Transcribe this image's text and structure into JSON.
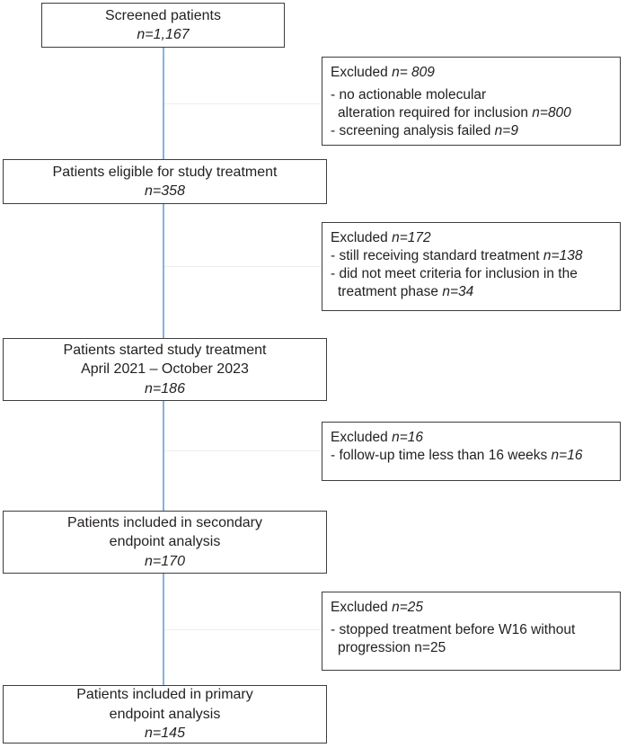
{
  "diagram": {
    "kind": "patient-flow-diagram",
    "colors": {
      "background": "#ffffff",
      "box_border": "#3d3d3d",
      "text": "#231f20",
      "vertical_connector": "#85b2dc",
      "horizontal_connector": "#ededed"
    },
    "main_boxes": [
      {
        "name": "screened-patients",
        "lines": [
          [
            {
              "t": "Screened patients"
            }
          ],
          [
            {
              "t": "n=1,167",
              "i": true
            }
          ]
        ]
      },
      {
        "name": "eligible-for-study-treatment",
        "lines": [
          [
            {
              "t": "Patients eligible for study treatment"
            }
          ],
          [
            {
              "t": "n=358",
              "i": true
            }
          ]
        ]
      },
      {
        "name": "started-study-treatment",
        "lines": [
          [
            {
              "t": "Patients started study treatment"
            }
          ],
          [
            {
              "t": "April 2021 – October 2023"
            }
          ],
          [
            {
              "t": "n=186",
              "i": true
            }
          ]
        ]
      },
      {
        "name": "secondary-endpoint-analysis",
        "lines": [
          [
            {
              "t": "Patients included in secondary"
            }
          ],
          [
            {
              "t": "endpoint analysis"
            }
          ],
          [
            {
              "t": "n=170",
              "i": true
            }
          ]
        ]
      },
      {
        "name": "primary-endpoint-analysis",
        "lines": [
          [
            {
              "t": "Patients included in primary"
            }
          ],
          [
            {
              "t": "endpoint analysis"
            }
          ],
          [
            {
              "t": "n=145",
              "i": true
            }
          ]
        ]
      }
    ],
    "excluded_boxes": [
      {
        "name": "excluded-after-screening",
        "header": [
          {
            "t": "Excluded "
          },
          {
            "t": "n= 809",
            "i": true
          }
        ],
        "gap_after_header": true,
        "items": [
          [
            {
              "t": "- no actionable molecular"
            },
            {
              "br": true
            },
            {
              "t": "alteration required for inclusion "
            },
            {
              "t": "n=800",
              "i": true
            }
          ],
          [
            {
              "t": "- screening analysis failed "
            },
            {
              "t": "n=9",
              "i": true
            }
          ]
        ]
      },
      {
        "name": "excluded-before-treatment",
        "header": [
          {
            "t": "Excluded "
          },
          {
            "t": "n=172",
            "i": true
          }
        ],
        "gap_after_header": false,
        "items": [
          [
            {
              "t": "- still receiving standard treatment "
            },
            {
              "t": "n=138",
              "i": true
            }
          ],
          [
            {
              "t": "- did not meet criteria for inclusion in the"
            },
            {
              "br": true
            },
            {
              "t": "treatment phase "
            },
            {
              "t": "n=34",
              "i": true
            }
          ]
        ]
      },
      {
        "name": "excluded-short-follow-up",
        "header": [
          {
            "t": "Excluded "
          },
          {
            "t": "n=16",
            "i": true
          }
        ],
        "gap_after_header": false,
        "items": [
          [
            {
              "t": "- follow-up time less than 16 weeks "
            },
            {
              "t": "n=16",
              "i": true
            }
          ]
        ]
      },
      {
        "name": "excluded-stopped-before-w16",
        "header": [
          {
            "t": "Excluded "
          },
          {
            "t": "n=25",
            "i": true
          }
        ],
        "gap_after_header": true,
        "items": [
          [
            {
              "t": "- stopped treatment before W16 without"
            },
            {
              "br": true
            },
            {
              "t": "progression n=25"
            }
          ]
        ]
      }
    ]
  }
}
